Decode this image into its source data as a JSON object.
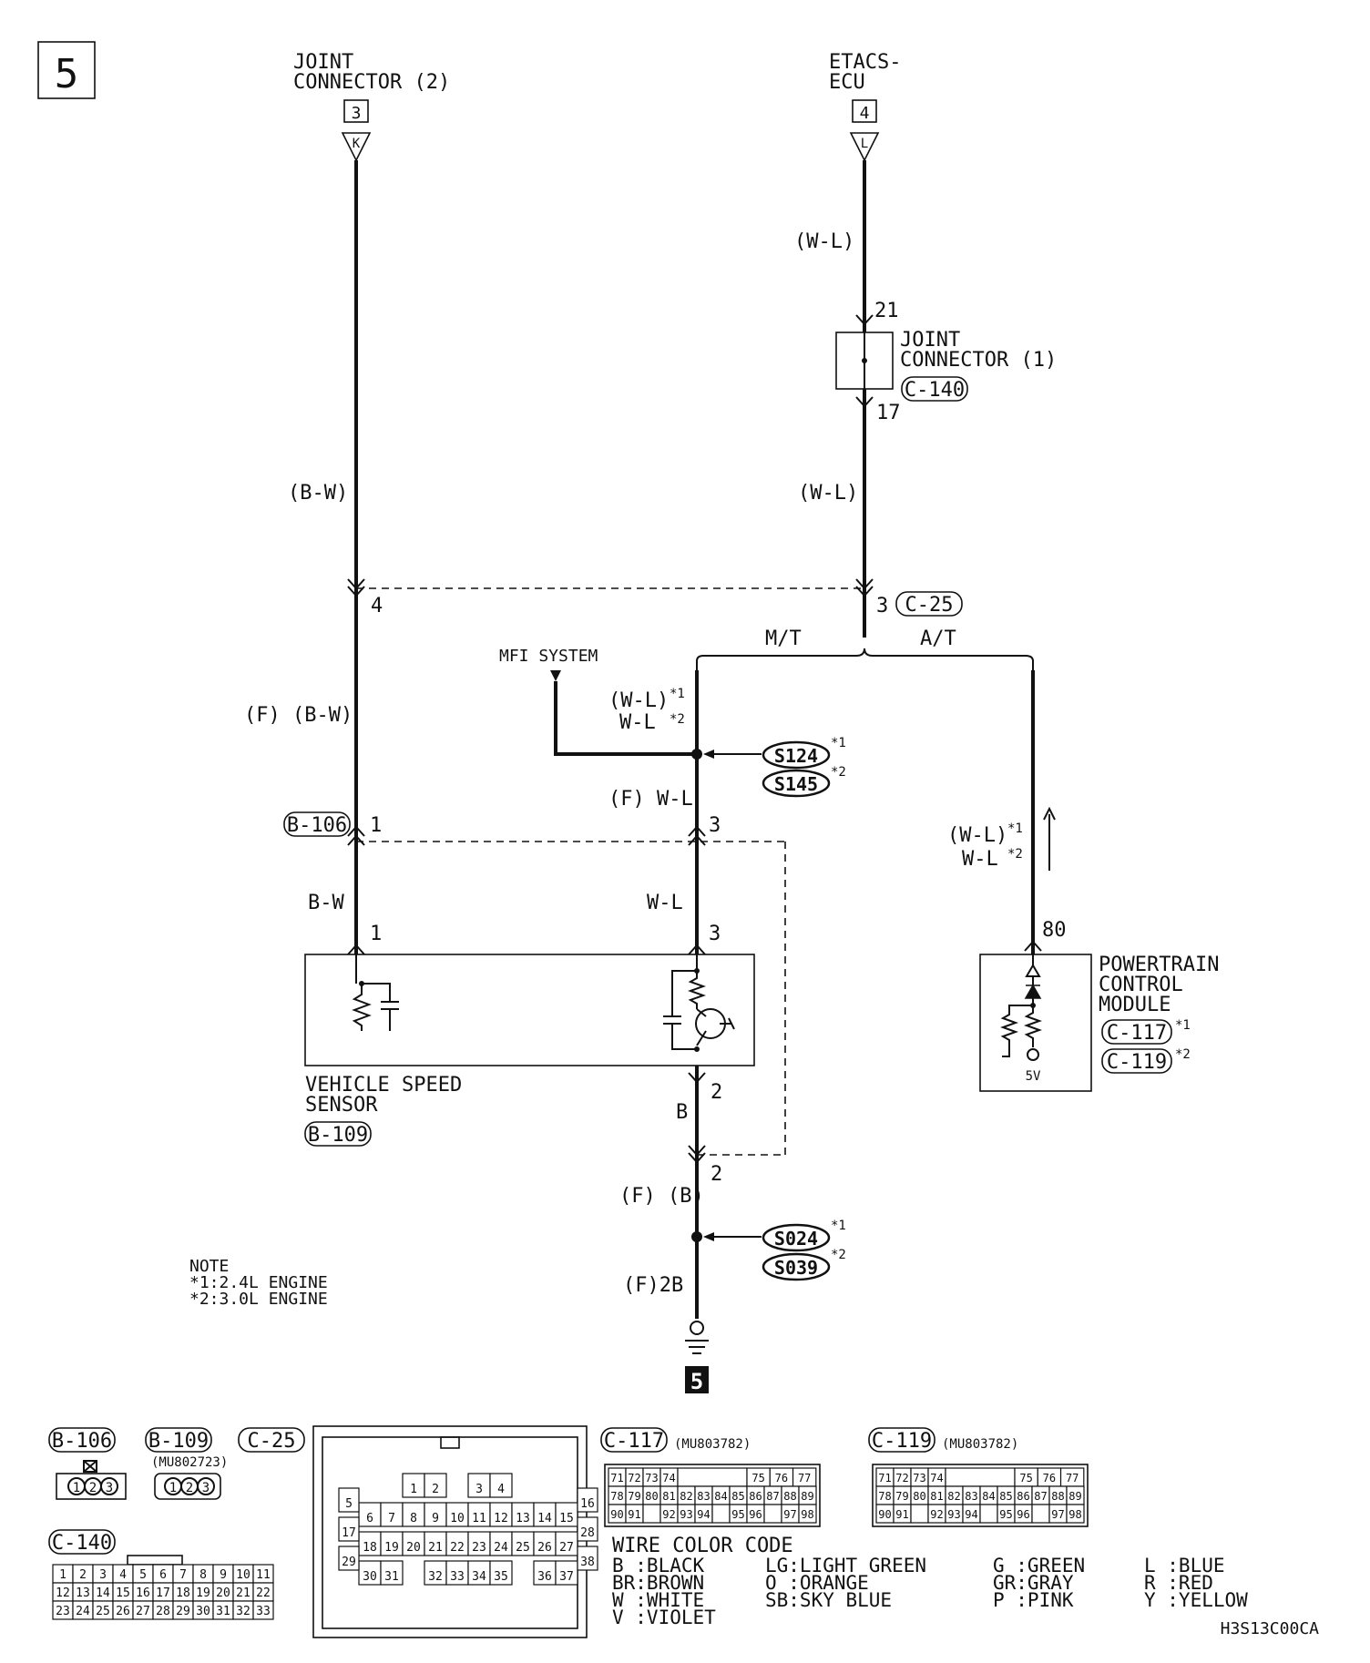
{
  "page": {
    "number": "5",
    "ground_number": "5",
    "figure_code": "H3S13C00CA"
  },
  "top": {
    "joint2": {
      "line1": "JOINT",
      "line2": "CONNECTOR (2)",
      "ref_num": "3",
      "term": "K"
    },
    "etacs": {
      "line1": "ETACS-",
      "line2": "ECU",
      "ref_num": "4",
      "term": "L"
    }
  },
  "wires": {
    "wl_top": "(W-L)",
    "jc1_pin_in": "21",
    "jc1_line1": "JOINT",
    "jc1_line2": "CONNECTOR (1)",
    "jc1_ref": "C-140",
    "jc1_pin_out": "17",
    "wl_mid": "(W-L)",
    "bw_top": "(B-W)",
    "pin4": "4",
    "pin3": "3",
    "c25_ref": "C-25",
    "mt": "M/T",
    "at": "A/T",
    "mfi": "MFI SYSTEM",
    "wl_s1": "(W-L)",
    "wl_s2": "W-L",
    "star1": "*1",
    "star2": "*2",
    "s124": "S124",
    "s145": "S145",
    "fbw": "(F) (B-W)",
    "fwl": "(F) W-L",
    "b106": "B-106",
    "pin1a": "1",
    "pin3a": "3",
    "bw": "B-W",
    "wl": "W-L",
    "pin1b": "1",
    "pin3b": "3",
    "pcm_wl1": "(W-L)",
    "pcm_wl2": "W-L",
    "pin80": "80",
    "pin2a": "2",
    "b": "B",
    "pin2b": "2",
    "fb": "(F) (B)",
    "s024": "S024",
    "s039": "S039",
    "f2b": "(F)2B"
  },
  "vss": {
    "line1": "VEHICLE SPEED",
    "line2": "SENSOR",
    "ref": "B-109"
  },
  "pcm": {
    "line1": "POWERTRAIN",
    "line2": "CONTROL",
    "line3": "MODULE",
    "ref1": "C-117",
    "ref2": "C-119",
    "volt": "5V"
  },
  "note": {
    "title": "NOTE",
    "n1": "*1:2.4L ENGINE",
    "n2": "*2:3.0L ENGINE"
  },
  "connectors": {
    "b106": "B-106",
    "b109": "B-109",
    "b109_part": "(MU802723)",
    "c25": "C-25",
    "c117": "C-117",
    "c117_part": "(MU803782)",
    "c119": "C-119",
    "c119_part": "(MU803782)",
    "c140": "C-140",
    "pins_123": [
      "1",
      "2",
      "3"
    ],
    "c140_rows": [
      [
        "1",
        "2",
        "3",
        "4",
        "5",
        "6",
        "7",
        "8",
        "9",
        "10",
        "11"
      ],
      [
        "12",
        "13",
        "14",
        "15",
        "16",
        "17",
        "18",
        "19",
        "20",
        "21",
        "22"
      ],
      [
        "23",
        "24",
        "25",
        "26",
        "27",
        "28",
        "29",
        "30",
        "31",
        "32",
        "33"
      ]
    ],
    "pcm_rows": [
      [
        "71",
        "72",
        "73",
        "74",
        "",
        "75",
        "76",
        "77"
      ],
      [
        "78",
        "79",
        "80",
        "81",
        "82",
        "83",
        "84",
        "85",
        "86",
        "87",
        "88",
        "89"
      ],
      [
        "90",
        "91",
        "",
        "92",
        "93",
        "94",
        "",
        "95",
        "96",
        "",
        "97",
        "98"
      ]
    ],
    "c25_row1": [
      "1",
      "2",
      "",
      "3",
      "4"
    ],
    "c25_row2": [
      "6",
      "7",
      "8",
      "9",
      "10",
      "11",
      "12",
      "13",
      "14",
      "15"
    ],
    "c25_row3": [
      "18",
      "19",
      "20",
      "21",
      "22",
      "23",
      "24",
      "25",
      "26",
      "27"
    ],
    "c25_row4": [
      "30",
      "31",
      "",
      "32",
      "33",
      "34",
      "35",
      "",
      "36",
      "37"
    ],
    "c25_left": [
      "5",
      "17",
      "29"
    ],
    "c25_right": [
      "16",
      "28",
      "38"
    ]
  },
  "color_code": {
    "title": "WIRE COLOR CODE",
    "col1": [
      "B :BLACK",
      "BR:BROWN",
      "W :WHITE",
      "V :VIOLET"
    ],
    "col2": [
      "LG:LIGHT GREEN",
      "O :ORANGE",
      "SB:SKY BLUE"
    ],
    "col3": [
      "G :GREEN",
      "GR:GRAY",
      "P :PINK"
    ],
    "col4": [
      "L :BLUE",
      "R :RED",
      "Y :YELLOW"
    ]
  }
}
